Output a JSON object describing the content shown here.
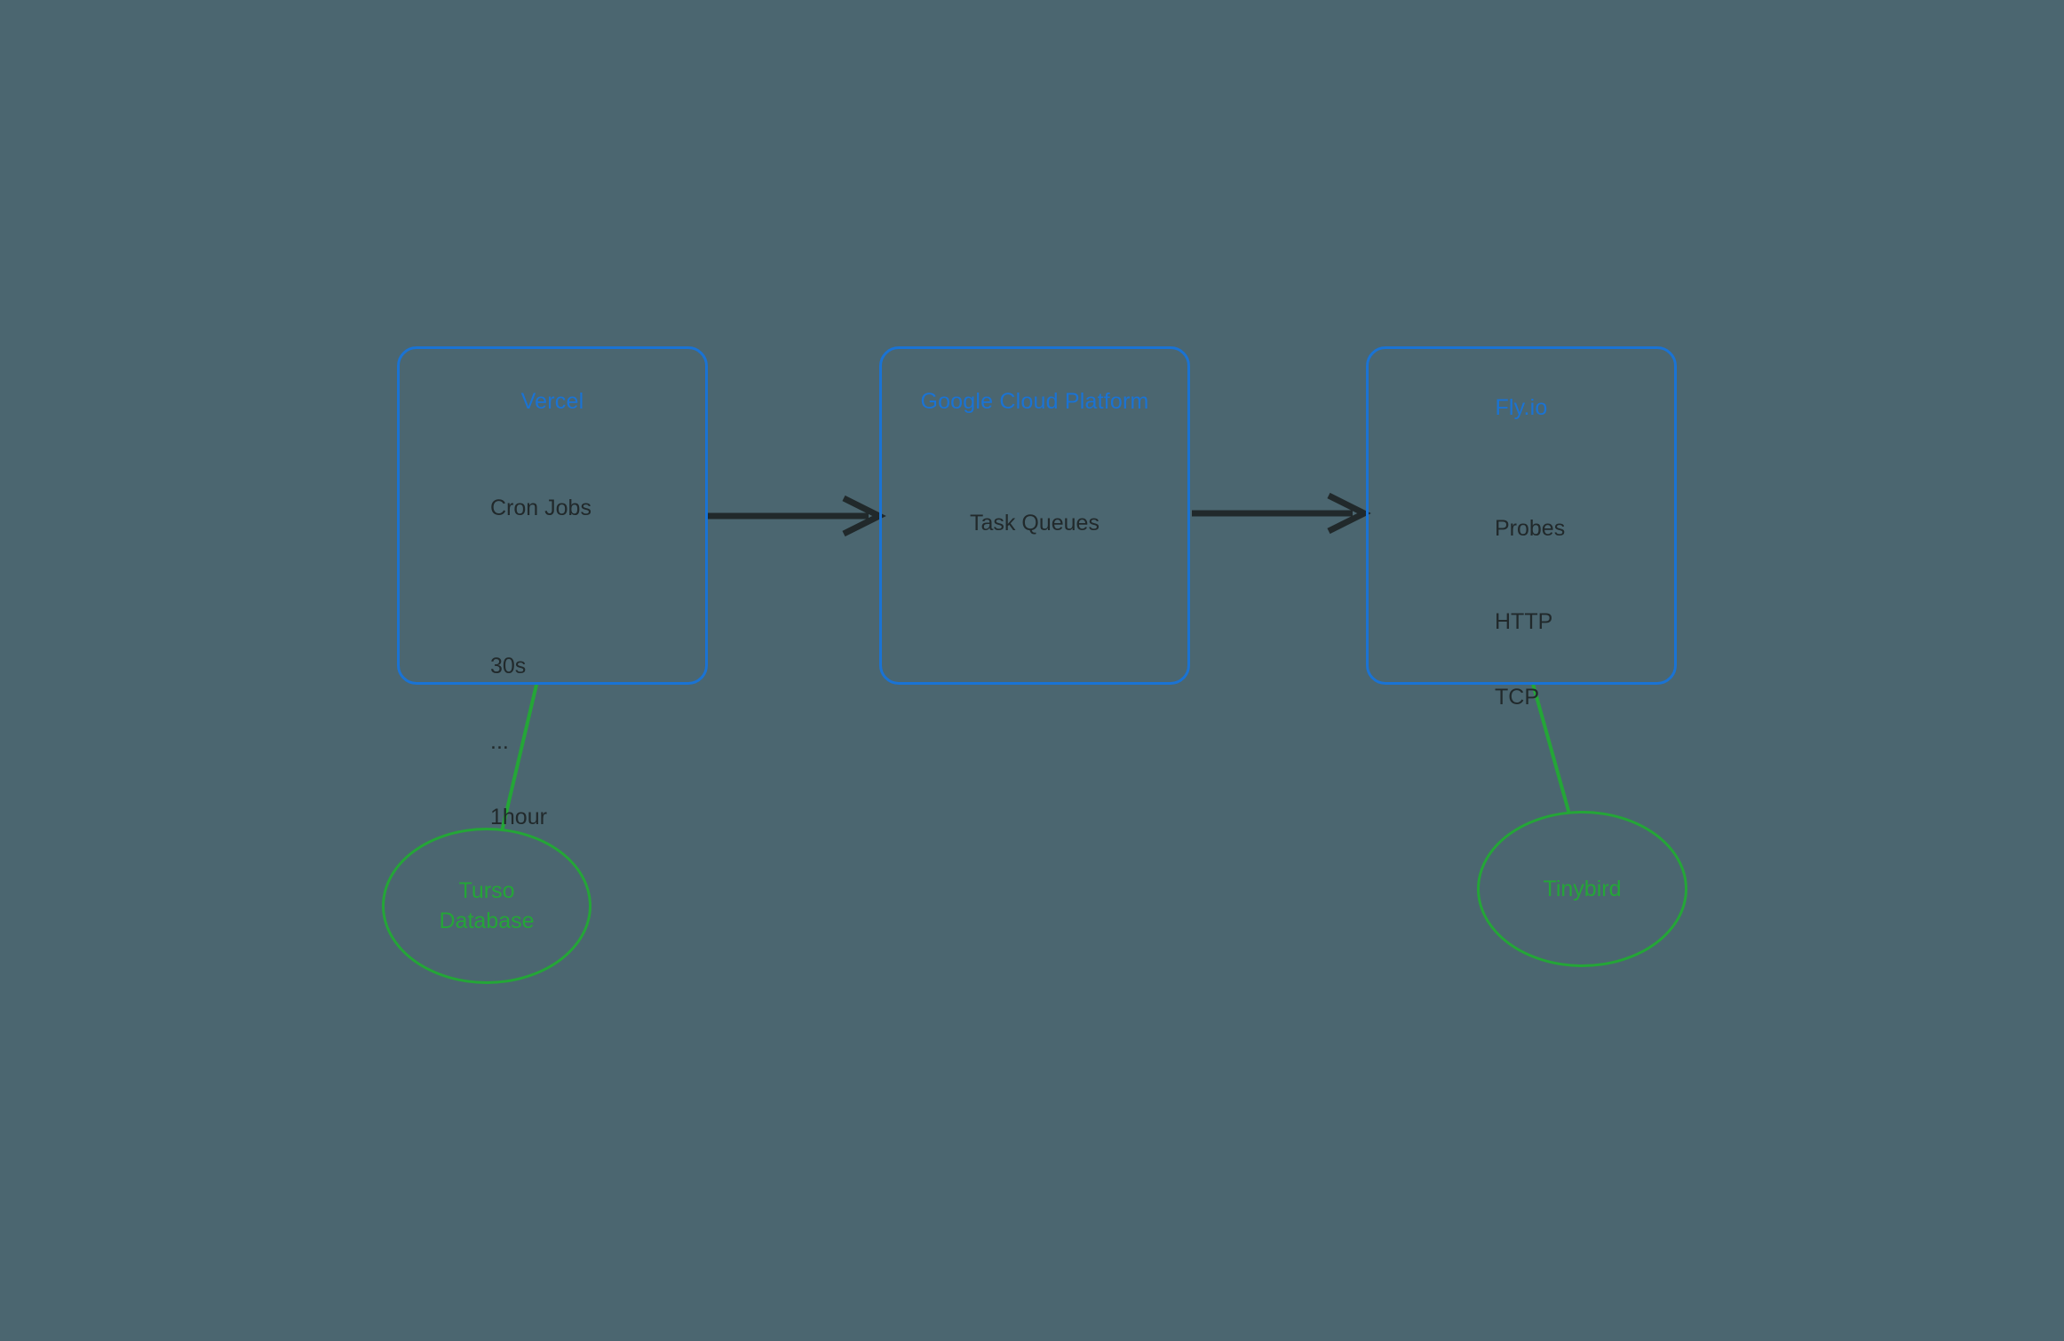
{
  "diagram": {
    "background_color": "#4b6670",
    "box_border_color": "#1a73d4",
    "box_title_color": "#1a73d4",
    "box_text_color": "#21292b",
    "ellipse_color": "#24a637",
    "arrow_color": "#21292b"
  },
  "nodes": {
    "vercel": {
      "title": "Vercel",
      "lines": [
        "Cron Jobs",
        "",
        "30s",
        "...",
        "1hour"
      ],
      "line_cron": "Cron Jobs",
      "line_30s": "30s",
      "line_ellipsis": "...",
      "line_1hour": "1hour"
    },
    "gcp": {
      "title": "Google Cloud Platform",
      "center_label": "Task Queues"
    },
    "flyio": {
      "title": "Fly.io",
      "line_probes": "Probes",
      "line_http": "HTTP",
      "line_tcp": "TCP"
    },
    "turso": {
      "label": "Turso\nDatabase"
    },
    "tinybird": {
      "label": "Tinybird"
    }
  },
  "edges": [
    {
      "from": "Vercel",
      "to": "Google Cloud Platform",
      "style": "arrow",
      "color": "#21292b"
    },
    {
      "from": "Google Cloud Platform",
      "to": "Fly.io",
      "style": "arrow",
      "color": "#21292b"
    },
    {
      "from": "Vercel",
      "to": "Turso Database",
      "style": "line",
      "color": "#24a637"
    },
    {
      "from": "Fly.io",
      "to": "Tinybird",
      "style": "line",
      "color": "#24a637"
    }
  ]
}
